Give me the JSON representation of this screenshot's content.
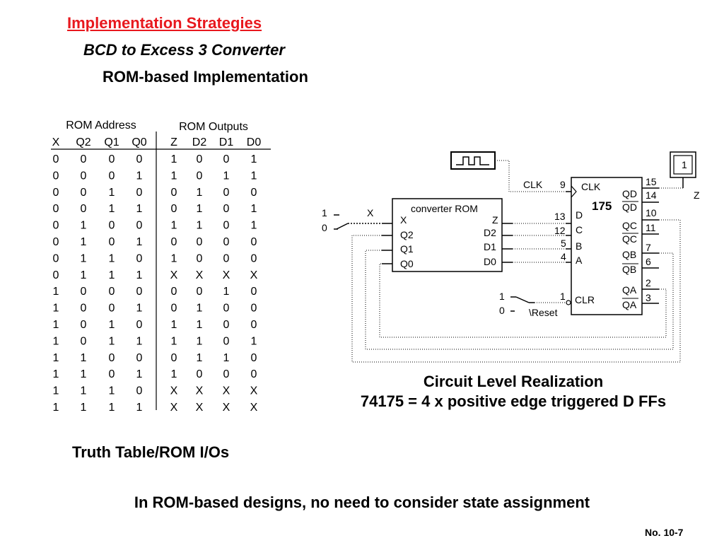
{
  "slide": {
    "title": "Implementation Strategies",
    "subtitle": "BCD to Excess 3 Converter",
    "section": "ROM-based Implementation",
    "footer": "In ROM-based designs, no need to consider state assignment",
    "slide_number": "No. 10-7"
  },
  "truth_table": {
    "group_address": "ROM Address",
    "group_outputs": "ROM Outputs",
    "address_headers": [
      "X",
      "Q2",
      "Q1",
      "Q0"
    ],
    "output_headers": [
      "Z",
      "D2",
      "D1",
      "D0"
    ],
    "rows": [
      [
        [
          "0",
          "0",
          "0",
          "0"
        ],
        [
          "1",
          "0",
          "0",
          "1"
        ]
      ],
      [
        [
          "0",
          "0",
          "0",
          "1"
        ],
        [
          "1",
          "0",
          "1",
          "1"
        ]
      ],
      [
        [
          "0",
          "0",
          "1",
          "0"
        ],
        [
          "0",
          "1",
          "0",
          "0"
        ]
      ],
      [
        [
          "0",
          "0",
          "1",
          "1"
        ],
        [
          "0",
          "1",
          "0",
          "1"
        ]
      ],
      [
        [
          "0",
          "1",
          "0",
          "0"
        ],
        [
          "1",
          "1",
          "0",
          "1"
        ]
      ],
      [
        [
          "0",
          "1",
          "0",
          "1"
        ],
        [
          "0",
          "0",
          "0",
          "0"
        ]
      ],
      [
        [
          "0",
          "1",
          "1",
          "0"
        ],
        [
          "1",
          "0",
          "0",
          "0"
        ]
      ],
      [
        [
          "0",
          "1",
          "1",
          "1"
        ],
        [
          "X",
          "X",
          "X",
          "X"
        ]
      ],
      [
        [
          "1",
          "0",
          "0",
          "0"
        ],
        [
          "0",
          "0",
          "1",
          "0"
        ]
      ],
      [
        [
          "1",
          "0",
          "0",
          "1"
        ],
        [
          "0",
          "1",
          "0",
          "0"
        ]
      ],
      [
        [
          "1",
          "0",
          "1",
          "0"
        ],
        [
          "1",
          "1",
          "0",
          "0"
        ]
      ],
      [
        [
          "1",
          "0",
          "1",
          "1"
        ],
        [
          "1",
          "1",
          "0",
          "1"
        ]
      ],
      [
        [
          "1",
          "1",
          "0",
          "0"
        ],
        [
          "0",
          "1",
          "1",
          "0"
        ]
      ],
      [
        [
          "1",
          "1",
          "0",
          "1"
        ],
        [
          "1",
          "0",
          "0",
          "0"
        ]
      ],
      [
        [
          "1",
          "1",
          "1",
          "0"
        ],
        [
          "X",
          "X",
          "X",
          "X"
        ]
      ],
      [
        [
          "1",
          "1",
          "1",
          "1"
        ],
        [
          "X",
          "X",
          "X",
          "X"
        ]
      ]
    ],
    "caption": "Truth Table/ROM I/Os"
  },
  "circuit": {
    "caption_line1": "Circuit Level Realization",
    "caption_line2": "74175 = 4 x positive edge triggered D FFs",
    "rom": {
      "label": "converter ROM",
      "inputs": [
        "X",
        "Q2",
        "Q1",
        "Q0"
      ],
      "outputs": [
        "Z",
        "D2",
        "D1",
        "D0"
      ]
    },
    "ff": {
      "name": "175",
      "clk_label": "CLK",
      "clk_pin": "9",
      "d_inputs": [
        {
          "pin": "13",
          "label": "D"
        },
        {
          "pin": "12",
          "label": "C"
        },
        {
          "pin": "5",
          "label": "B"
        },
        {
          "pin": "4",
          "label": "A"
        }
      ],
      "clr_label": "CLR",
      "clr_pin": "1",
      "outputs": [
        {
          "label": "QD",
          "pin": "15"
        },
        {
          "label": "QD",
          "pin": "14"
        },
        {
          "label": "QC",
          "pin": "10"
        },
        {
          "label": "QC",
          "pin": "11"
        },
        {
          "label": "QB",
          "pin": "7"
        },
        {
          "label": "QB",
          "pin": "6"
        },
        {
          "label": "QA",
          "pin": "2"
        },
        {
          "label": "QA",
          "pin": "3"
        }
      ]
    },
    "clk_net": "CLK",
    "x_switch": {
      "hi": "1",
      "lo": "0",
      "net": "X"
    },
    "reset_switch": {
      "hi": "1",
      "lo": "0",
      "net": "\\Reset"
    },
    "probe_value": "1",
    "probe_net": "Z"
  }
}
